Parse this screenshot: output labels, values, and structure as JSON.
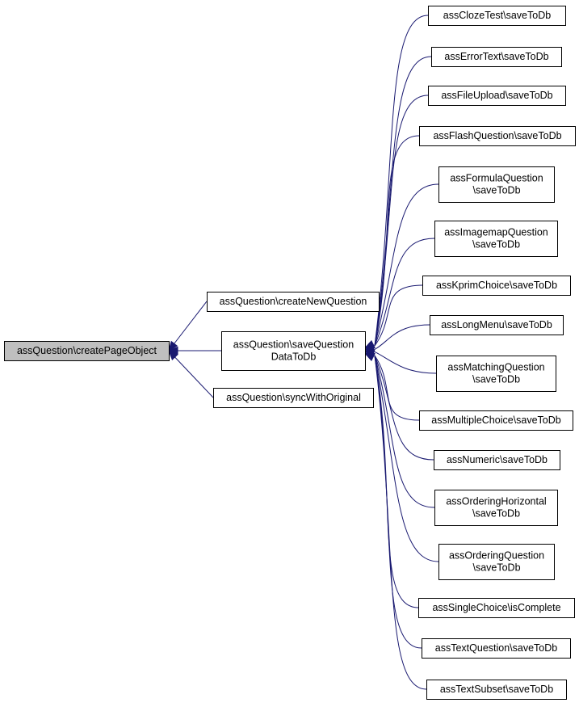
{
  "colors": {
    "edge": "#191970",
    "root_fill": "#bfbfbf",
    "node_fill": "#ffffff",
    "node_border": "#000000"
  },
  "nodes": [
    {
      "id": "root",
      "lines": [
        "assQuestion\\createPageObject"
      ]
    },
    {
      "id": "createNewQuestion",
      "lines": [
        "assQuestion\\createNewQuestion"
      ]
    },
    {
      "id": "saveQuestionDataToDb",
      "lines": [
        "assQuestion\\saveQuestion",
        "DataToDb"
      ]
    },
    {
      "id": "syncWithOriginal",
      "lines": [
        "assQuestion\\syncWithOriginal"
      ]
    },
    {
      "id": "cloze",
      "lines": [
        "assClozeTest\\saveToDb"
      ]
    },
    {
      "id": "errortext",
      "lines": [
        "assErrorText\\saveToDb"
      ]
    },
    {
      "id": "fileupload",
      "lines": [
        "assFileUpload\\saveToDb"
      ]
    },
    {
      "id": "flash",
      "lines": [
        "assFlashQuestion\\saveToDb"
      ]
    },
    {
      "id": "formula",
      "lines": [
        "assFormulaQuestion",
        "\\saveToDb"
      ]
    },
    {
      "id": "imagemap",
      "lines": [
        "assImagemapQuestion",
        "\\saveToDb"
      ]
    },
    {
      "id": "kprim",
      "lines": [
        "assKprimChoice\\saveToDb"
      ]
    },
    {
      "id": "longmenu",
      "lines": [
        "assLongMenu\\saveToDb"
      ]
    },
    {
      "id": "matching",
      "lines": [
        "assMatchingQuestion",
        "\\saveToDb"
      ]
    },
    {
      "id": "multiple",
      "lines": [
        "assMultipleChoice\\saveToDb"
      ]
    },
    {
      "id": "numeric",
      "lines": [
        "assNumeric\\saveToDb"
      ]
    },
    {
      "id": "orderinghoriz",
      "lines": [
        "assOrderingHorizontal",
        "\\saveToDb"
      ]
    },
    {
      "id": "ordering",
      "lines": [
        "assOrderingQuestion",
        "\\saveToDb"
      ]
    },
    {
      "id": "single",
      "lines": [
        "assSingleChoice\\isComplete"
      ]
    },
    {
      "id": "textq",
      "lines": [
        "assTextQuestion\\saveToDb"
      ]
    },
    {
      "id": "subset",
      "lines": [
        "assTextSubset\\saveToDb"
      ]
    }
  ],
  "edges": [
    {
      "from": "createNewQuestion",
      "to": "root"
    },
    {
      "from": "saveQuestionDataToDb",
      "to": "root"
    },
    {
      "from": "syncWithOriginal",
      "to": "root"
    },
    {
      "from": "cloze",
      "to": "saveQuestionDataToDb"
    },
    {
      "from": "errortext",
      "to": "saveQuestionDataToDb"
    },
    {
      "from": "fileupload",
      "to": "saveQuestionDataToDb"
    },
    {
      "from": "flash",
      "to": "saveQuestionDataToDb"
    },
    {
      "from": "formula",
      "to": "saveQuestionDataToDb"
    },
    {
      "from": "imagemap",
      "to": "saveQuestionDataToDb"
    },
    {
      "from": "kprim",
      "to": "saveQuestionDataToDb"
    },
    {
      "from": "longmenu",
      "to": "saveQuestionDataToDb"
    },
    {
      "from": "matching",
      "to": "saveQuestionDataToDb"
    },
    {
      "from": "multiple",
      "to": "saveQuestionDataToDb"
    },
    {
      "from": "numeric",
      "to": "saveQuestionDataToDb"
    },
    {
      "from": "orderinghoriz",
      "to": "saveQuestionDataToDb"
    },
    {
      "from": "ordering",
      "to": "saveQuestionDataToDb"
    },
    {
      "from": "single",
      "to": "saveQuestionDataToDb"
    },
    {
      "from": "textq",
      "to": "saveQuestionDataToDb"
    },
    {
      "from": "subset",
      "to": "saveQuestionDataToDb"
    }
  ]
}
